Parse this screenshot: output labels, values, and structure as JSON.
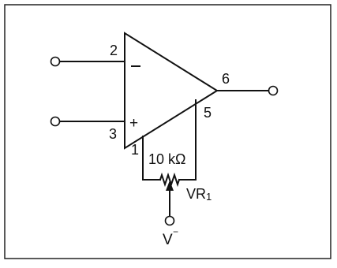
{
  "diagram": {
    "pins": {
      "inverting": "2",
      "non_inverting": "3",
      "offset_null_1": "1",
      "offset_null_5": "5",
      "output": "6"
    },
    "input_signs": {
      "inverting": "−",
      "non_inverting": "+"
    },
    "potentiometer": {
      "value": "10 kΩ",
      "designator": "VR",
      "designator_sub": "1"
    },
    "supply": {
      "label": "V",
      "sign": "−"
    },
    "colors": {
      "line": "#111111",
      "frame": "#222222",
      "background": "#ffffff"
    }
  }
}
